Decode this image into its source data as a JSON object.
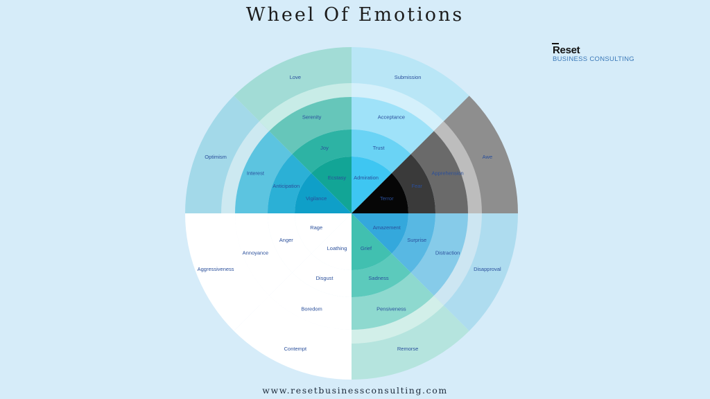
{
  "title": "Wheel Of Emotions",
  "footer": "www.resetbusinessconsulting.com",
  "logo": {
    "name": "Reset",
    "sub": "BUSINESS CONSULTING"
  },
  "petals": [
    {
      "id": "anger",
      "labels": [
        "Rage",
        "Anger",
        "Annoyance"
      ],
      "colors": [
        "#ffffff",
        "#ffffff",
        "#ffffff"
      ]
    },
    {
      "id": "anticipation",
      "labels": [
        "Vigilance",
        "Anticipation",
        "Interest"
      ],
      "colors": [
        "#0f9fc8",
        "#2bb0d6",
        "#5cc4e0"
      ]
    },
    {
      "id": "joy",
      "labels": [
        "Ecstasy",
        "Joy",
        "Serenity"
      ],
      "colors": [
        "#12a596",
        "#2db3a4",
        "#66c6ba"
      ]
    },
    {
      "id": "trust",
      "labels": [
        "Admiration",
        "Trust",
        "Acceptance"
      ],
      "colors": [
        "#3ec6f2",
        "#6ad3f5",
        "#9fe2f9"
      ]
    },
    {
      "id": "fear",
      "labels": [
        "Terror",
        "Fear",
        "Apprehension"
      ],
      "colors": [
        "#060606",
        "#3a3a3a",
        "#6a6a6a"
      ]
    },
    {
      "id": "surprise",
      "labels": [
        "Amazement",
        "Surprise",
        "Distraction"
      ],
      "colors": [
        "#34a8dc",
        "#58b8e3",
        "#86cbe9"
      ]
    },
    {
      "id": "sadness",
      "labels": [
        "Grief",
        "Sadness",
        "Pensiveness"
      ],
      "colors": [
        "#41c0b0",
        "#5ccabc",
        "#8ed9cf"
      ]
    },
    {
      "id": "disgust",
      "labels": [
        "Loathing",
        "Disgust",
        "Boredom"
      ],
      "colors": [
        "#ffffff",
        "#ffffff",
        "#ffffff"
      ]
    }
  ],
  "dyads": [
    {
      "label": "Aggressiveness",
      "color": "#ffffff"
    },
    {
      "label": "Optimism",
      "color": "#a3d9e9"
    },
    {
      "label": "Love",
      "color": "#a2dcd6"
    },
    {
      "label": "Submission",
      "color": "#b9e6f6"
    },
    {
      "label": "Awe",
      "color": "#8e8e8e"
    },
    {
      "label": "Disapproval",
      "color": "#aedcef"
    },
    {
      "label": "Remorse",
      "color": "#b5e4de"
    },
    {
      "label": "Contempt",
      "color": "#ffffff"
    }
  ],
  "ring_gap_colors": [
    "#ffffff",
    "#cde9f1",
    "#c8ece7",
    "#d4f0fb",
    "#bdbdbd",
    "#cde6f2",
    "#d2efe9",
    "#ffffff"
  ]
}
